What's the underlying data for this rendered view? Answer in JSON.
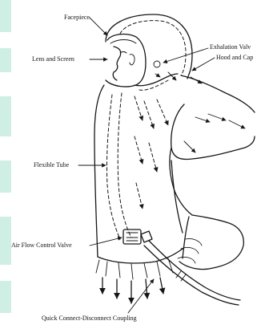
{
  "labels": {
    "facepiece": "Facepiece",
    "lens_screen": "Lens and Screen",
    "exhalation_valve": "Exhalation Valv",
    "hood_cape": "Hood and Cap",
    "flexible_tube": "Flexible Tube",
    "air_flow_valve": "Air Flow Control Valve",
    "coupling": "Quick Connect-Disconnect Coupling"
  },
  "colors": {
    "background": "#ffffff",
    "line_art": "#161616",
    "left_edge_strip": "#cfeee4"
  }
}
